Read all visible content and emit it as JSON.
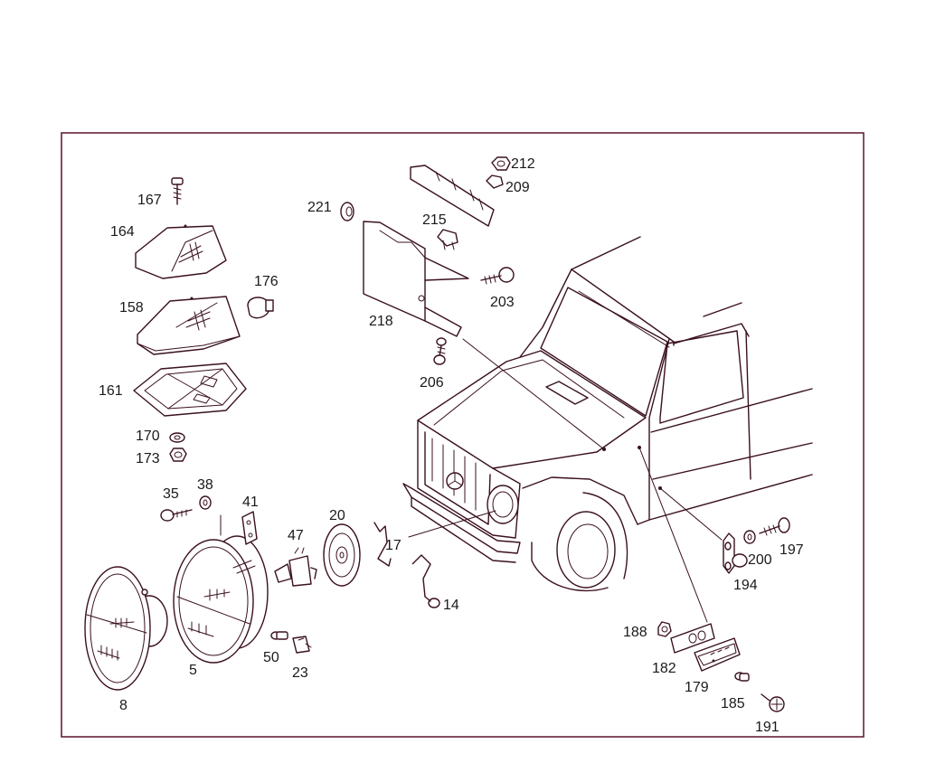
{
  "colors": {
    "frame": "#5a1428",
    "line": "#3a1020",
    "text": "#1a1a1a",
    "background": "#ffffff"
  },
  "labels": [
    {
      "id": "p167",
      "text": "167"
    },
    {
      "id": "p164",
      "text": "164"
    },
    {
      "id": "p176",
      "text": "176"
    },
    {
      "id": "p158",
      "text": "158"
    },
    {
      "id": "p161",
      "text": "161"
    },
    {
      "id": "p170",
      "text": "170"
    },
    {
      "id": "p173",
      "text": "173"
    },
    {
      "id": "p35",
      "text": "35"
    },
    {
      "id": "p38",
      "text": "38"
    },
    {
      "id": "p41",
      "text": "41"
    },
    {
      "id": "p20",
      "text": "20"
    },
    {
      "id": "p47",
      "text": "47"
    },
    {
      "id": "p17",
      "text": "17"
    },
    {
      "id": "p14",
      "text": "14"
    },
    {
      "id": "p50",
      "text": "50"
    },
    {
      "id": "p23",
      "text": "23"
    },
    {
      "id": "p5",
      "text": "5"
    },
    {
      "id": "p8",
      "text": "8"
    },
    {
      "id": "p212",
      "text": "212"
    },
    {
      "id": "p209",
      "text": "209"
    },
    {
      "id": "p221",
      "text": "221"
    },
    {
      "id": "p215",
      "text": "215"
    },
    {
      "id": "p203",
      "text": "203"
    },
    {
      "id": "p218",
      "text": "218"
    },
    {
      "id": "p206",
      "text": "206"
    },
    {
      "id": "p200",
      "text": "200"
    },
    {
      "id": "p197",
      "text": "197"
    },
    {
      "id": "p194",
      "text": "194"
    },
    {
      "id": "p188",
      "text": "188"
    },
    {
      "id": "p182",
      "text": "182"
    },
    {
      "id": "p179",
      "text": "179"
    },
    {
      "id": "p185",
      "text": "185"
    },
    {
      "id": "p191",
      "text": "191"
    }
  ]
}
